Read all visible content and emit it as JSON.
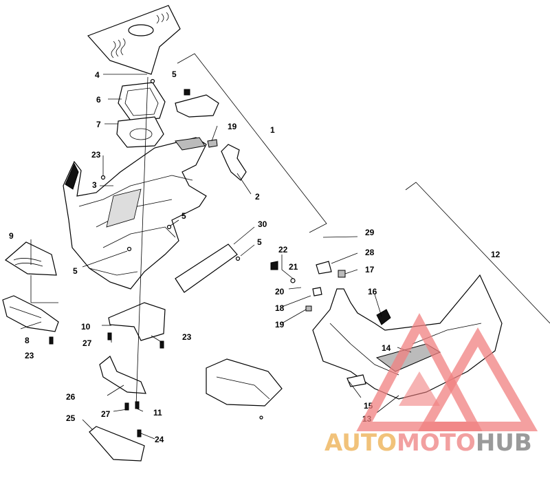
{
  "callouts": {
    "c1": "1",
    "c2": "2",
    "c3": "3",
    "c4": "4",
    "c5a": "5",
    "c5b": "5",
    "c5c": "5",
    "c5d": "5",
    "c6": "6",
    "c7": "7",
    "c8": "8",
    "c9": "9",
    "c10": "10",
    "c11": "11",
    "c12": "12",
    "c13": "13",
    "c14": "14",
    "c15": "15",
    "c16": "16",
    "c17": "17",
    "c18": "18",
    "c19a": "19",
    "c19b": "19",
    "c20": "20",
    "c21": "21",
    "c22": "22",
    "c23a": "23",
    "c23b": "23",
    "c23c": "23",
    "c24": "24",
    "c25": "25",
    "c26": "26",
    "c27a": "27",
    "c27b": "27",
    "c28": "28",
    "c29": "29",
    "c30": "30"
  },
  "watermark": {
    "part1": "AUTO",
    "part2": "MOTO",
    "part3": "HUB",
    "colors": {
      "auto": "#f1c27a",
      "moto": "#f2a0a0",
      "hub": "#9a9a9a",
      "triangle": "#f08080"
    }
  }
}
